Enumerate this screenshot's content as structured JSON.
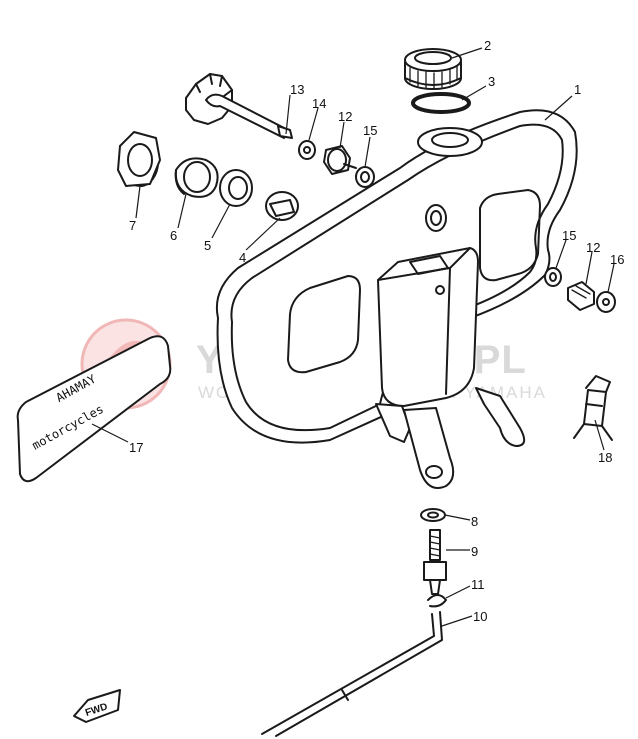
{
  "watermark": {
    "title": "YAMA-SKLEP.PL",
    "subtitle": "WOJCIECHOWICZ DEALER YAMAHA"
  },
  "decal": {
    "line1": "AHAMAY",
    "line2": "motorcycles"
  },
  "forward_marker": {
    "label": "FWD"
  },
  "parts": [
    {
      "key": "p1",
      "number": "1",
      "name": "fuel tank"
    },
    {
      "key": "p2",
      "number": "2",
      "name": "tank cap"
    },
    {
      "key": "p3",
      "number": "3",
      "name": "cap gasket"
    },
    {
      "key": "p4",
      "number": "4",
      "name": "holder"
    },
    {
      "key": "p5",
      "number": "5",
      "name": "gasket"
    },
    {
      "key": "p6",
      "number": "6",
      "name": "ring"
    },
    {
      "key": "p7",
      "number": "7",
      "name": "nut"
    },
    {
      "key": "p8",
      "number": "8",
      "name": "washer"
    },
    {
      "key": "p9",
      "number": "9",
      "name": "fuel cock"
    },
    {
      "key": "p10",
      "number": "10",
      "name": "fuel pipe"
    },
    {
      "key": "p11",
      "number": "11",
      "name": "clip"
    },
    {
      "key": "p12a",
      "number": "12",
      "name": "damper"
    },
    {
      "key": "p12b",
      "number": "12",
      "name": "damper"
    },
    {
      "key": "p13",
      "number": "13",
      "name": "knob"
    },
    {
      "key": "p14",
      "number": "14",
      "name": "washer"
    },
    {
      "key": "p15a",
      "number": "15",
      "name": "collar"
    },
    {
      "key": "p15b",
      "number": "15",
      "name": "collar"
    },
    {
      "key": "p16",
      "number": "16",
      "name": "washer"
    },
    {
      "key": "p17",
      "number": "17",
      "name": "emblem"
    },
    {
      "key": "p18",
      "number": "18",
      "name": "bracket"
    }
  ]
}
